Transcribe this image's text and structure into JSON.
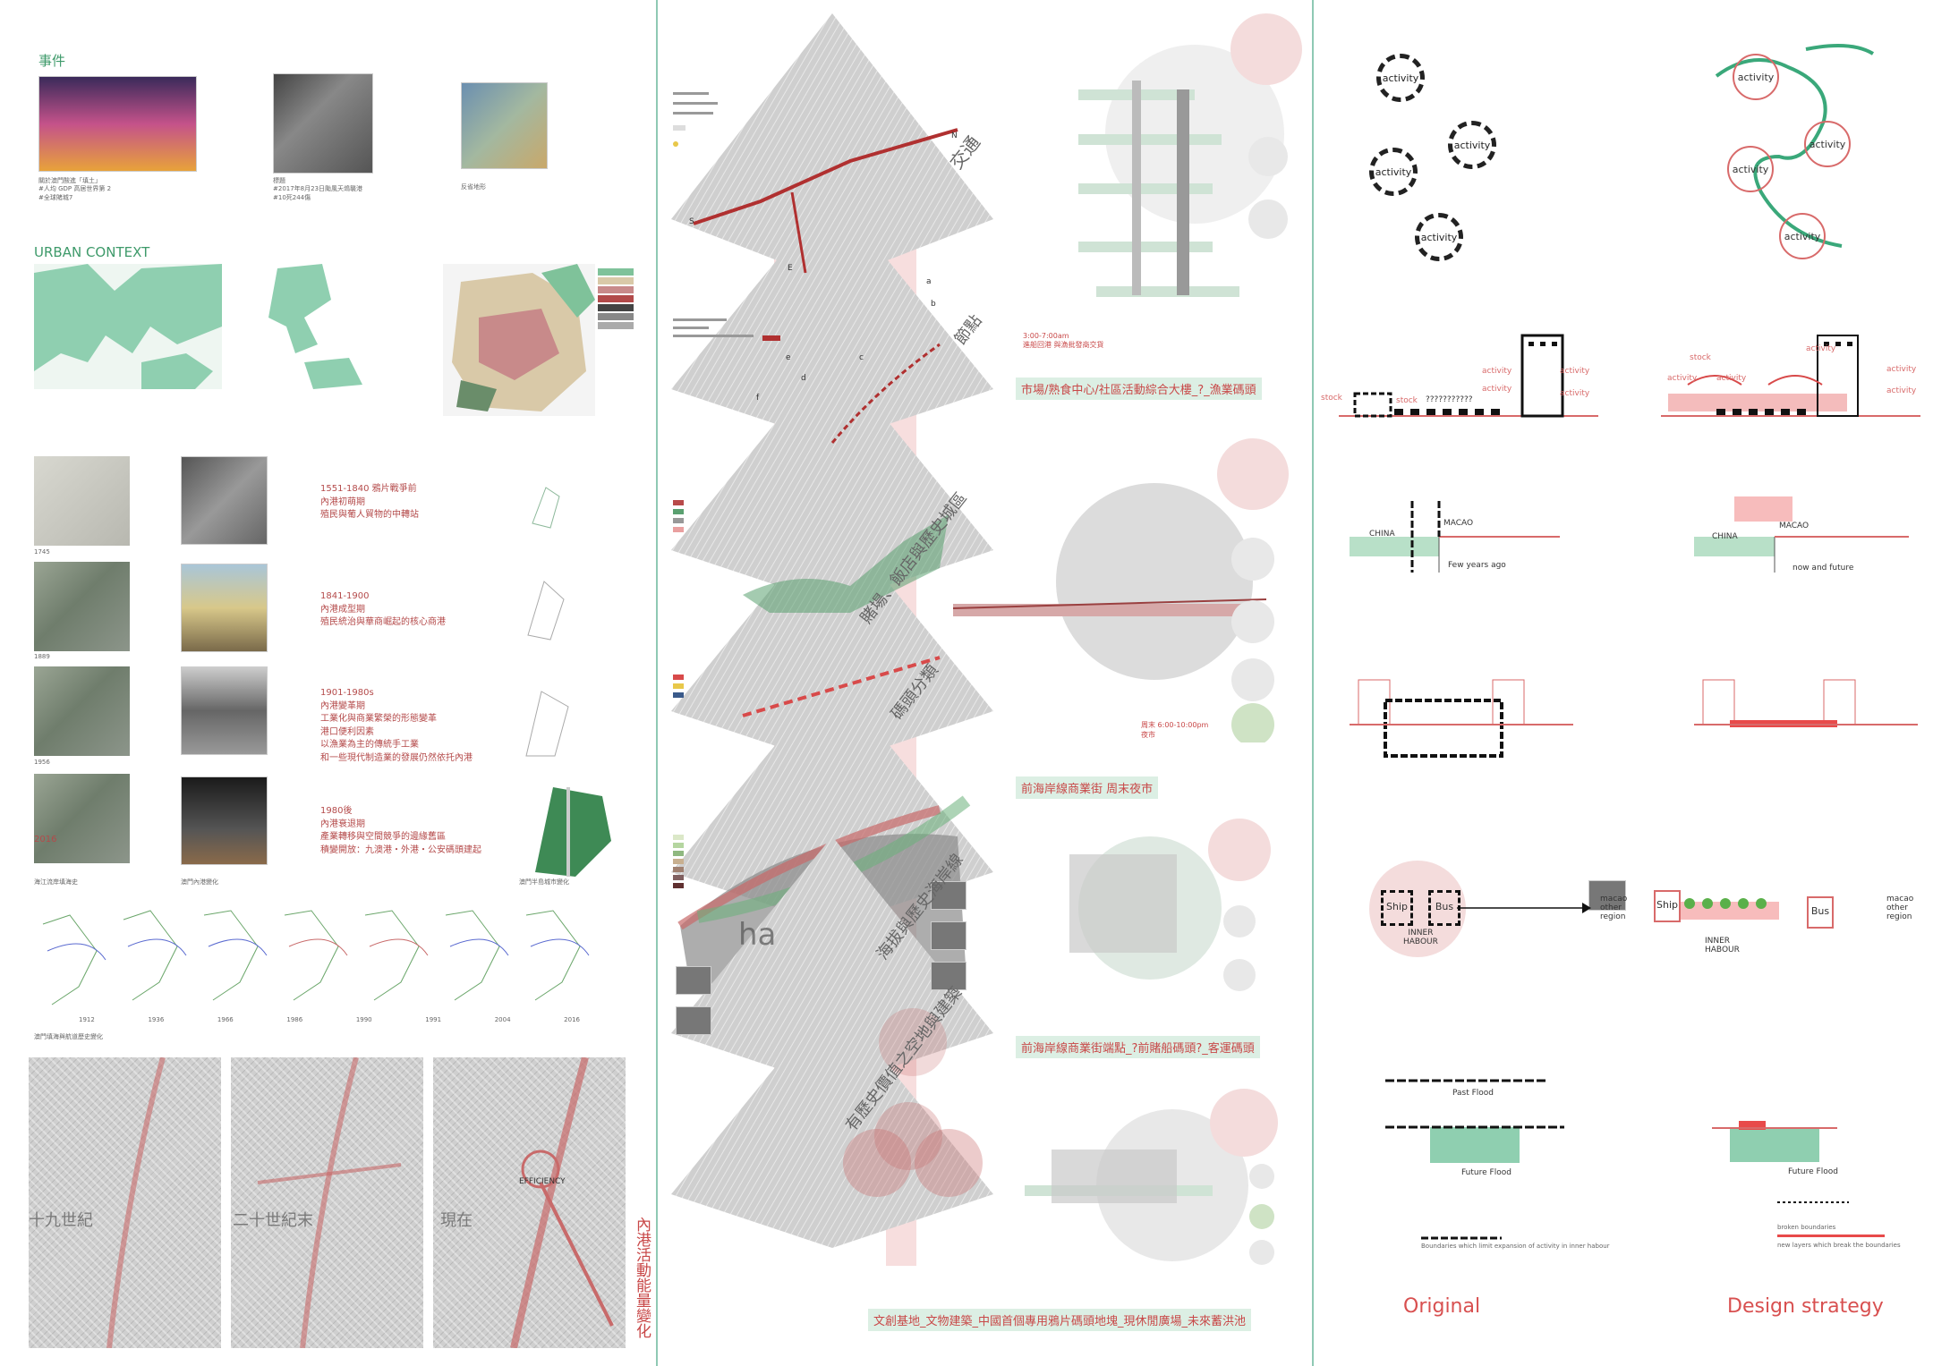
{
  "colors": {
    "accent": "#d85050",
    "green": "#3e9a6a",
    "mint": "#8fc9b4"
  },
  "left": {
    "event_title": "事件",
    "event_captions": [
      "關於澳門酸進「填土」\n#人均 GDP 高居世界第 2\n#全球賭城7",
      "標題\n#2017年8月23日颱風天鴿襲港\n#10死244傷",
      "反省地形"
    ],
    "urban_context_title": "URBAN CONTEXT",
    "history": [
      {
        "text": "1551-1840 鴉片戰爭前\n內港初萌期\n殖民與葡人貿物的中轉站",
        "year": "1745"
      },
      {
        "text": "1841-1900\n內港成型期\n殖民統治與華商崛起的核心商港",
        "year": "1889"
      },
      {
        "text": "1901-1980s\n內港變革期\n工業化與商業繁榮的形態變革\n港口便利因素\n以漁業為主的傳統手工業\n和一些現代制造業的發展仍然依托內港",
        "year": "1956"
      },
      {
        "text": "1980後\n內港衰退期\n產業轉移與空間競爭的邊緣舊區\n積變開放：九澳港・外港・公安碼頭建起",
        "year": "2016"
      }
    ],
    "map_captions": [
      "海江流岸填海史",
      "澳門內港變化",
      "澳門半島城市變化"
    ],
    "network_caption": "澳門填海與航道歷史變化",
    "network_years": [
      "1912",
      "1936",
      "1966",
      "1986",
      "1990",
      "1991",
      "2004",
      "2016"
    ],
    "era_labels": [
      "十九世紀",
      "二十世紀末",
      "現在"
    ],
    "efficiency": "EFFICIENCY",
    "vertical_title": "內港活動能量變化"
  },
  "middle": {
    "layers": [
      "交通",
      "節點",
      "賭場、飯店與歷史城區",
      "碼頭分類",
      "海拔與歷史海岸線",
      "有歷史價值之空地與建築"
    ],
    "sections": [
      {
        "label": "市場/熟食中心/社區活動綜合大樓_?_漁業碼頭",
        "time": "3:00-7:00am\n進船回港 與漁批發商交貨"
      },
      {
        "label": "前海岸線商業街 周末夜市",
        "time": "周末 6:00-10:00pm\n夜市"
      },
      {
        "label": "前海岸線商業街端點_?前賭船碼頭?_客運碼頭",
        "time": ""
      },
      {
        "label": "文創基地_文物建築_中國首個專用鴉片碼頭地塊_現休閒廣場_未來蓄洪池",
        "time": ""
      }
    ],
    "point_letters": [
      "S",
      "N",
      "E",
      "a",
      "b",
      "c",
      "d",
      "e",
      "f"
    ],
    "ha_text": "ha"
  },
  "right": {
    "activity": "activity",
    "stock": "stock",
    "question": "???????????",
    "china": "CHINA",
    "macao": "MACAO",
    "few_years": "Few years ago",
    "now_future": "now and future",
    "ship": "Ship",
    "bus": "Bus",
    "inner_harbour": "INNER\nHABOUR",
    "macao_other": "macao\nother\nregion",
    "past_flood": "Past Flood",
    "future_flood": "Future Flood",
    "boundaries_legend": "Boundaries which limit expansion of activity in inner habour",
    "broken_boundaries": "broken boundaries",
    "new_layers": "new layers which break the boundaries",
    "original": "Original",
    "design_strategy": "Design strategy"
  }
}
